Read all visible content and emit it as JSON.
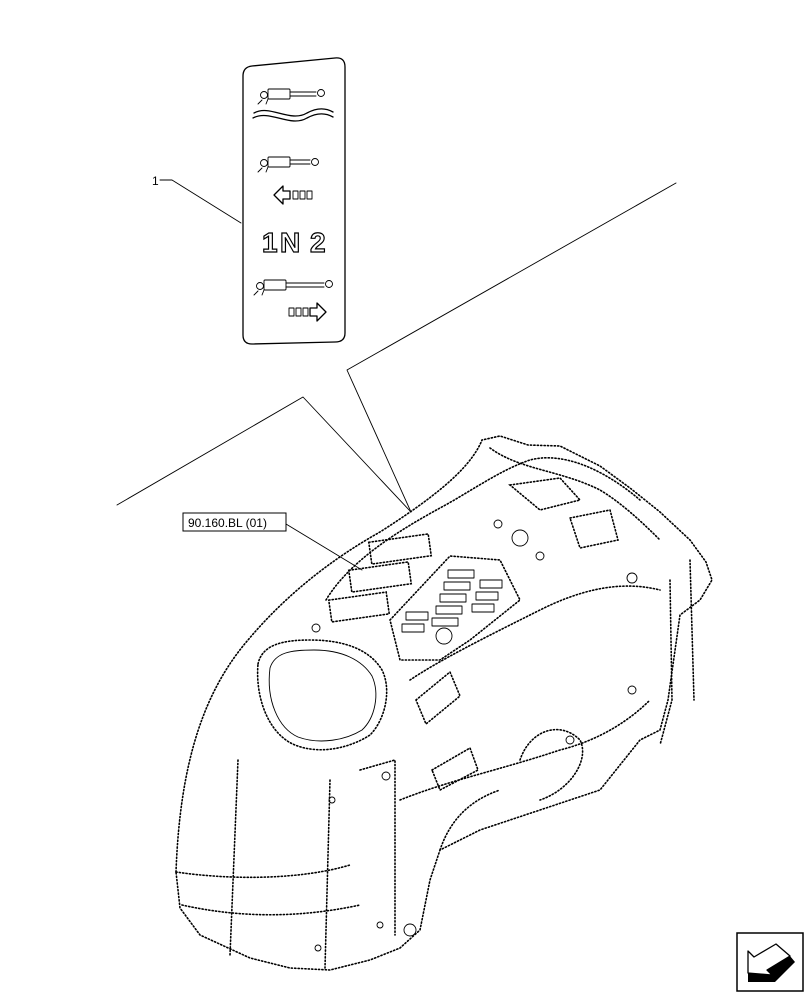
{
  "callouts": {
    "item_number": "1",
    "reference_code": "90.160.BL (01)"
  },
  "decal": {
    "gear_left": "1",
    "gear_neutral": "N",
    "gear_right": "2"
  },
  "icons": {
    "next_page": "arrow-icon"
  }
}
